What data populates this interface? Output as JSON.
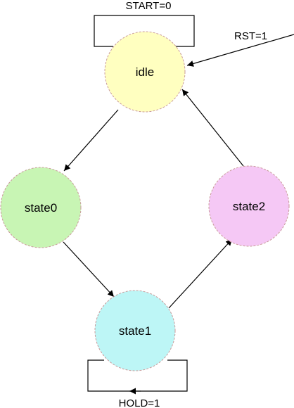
{
  "nodes": {
    "idle": {
      "label": "idle",
      "fill": "#ffffc0"
    },
    "state0": {
      "label": "state0",
      "fill": "#c8f5b4"
    },
    "state1": {
      "label": "state1",
      "fill": "#bdf6f6"
    },
    "state2": {
      "label": "state2",
      "fill": "#f5c8f5"
    }
  },
  "transitions": {
    "start_loop": {
      "label": "START=0",
      "from": "idle",
      "to": "idle"
    },
    "reset": {
      "label": "RST=1",
      "to": "idle"
    },
    "hold_loop": {
      "label": "HOLD=1",
      "from": "state1",
      "to": "state1"
    },
    "idle_to_state0": {
      "from": "idle",
      "to": "state0"
    },
    "state0_to_state1": {
      "from": "state0",
      "to": "state1"
    },
    "state1_to_state2": {
      "from": "state1",
      "to": "state2"
    },
    "state2_to_idle": {
      "from": "state2",
      "to": "idle"
    }
  },
  "colors": {
    "node_border": "#c99a9a",
    "edge": "#000000"
  }
}
